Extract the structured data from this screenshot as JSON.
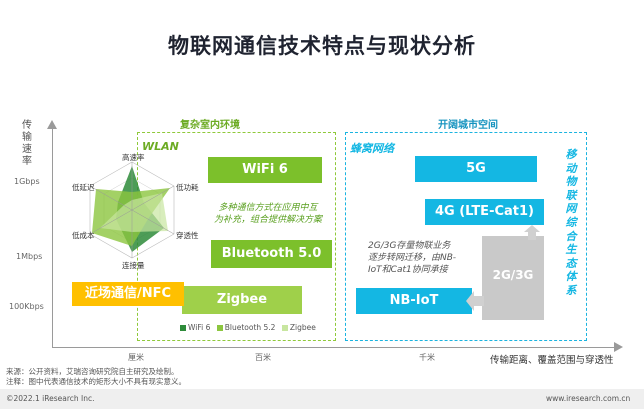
{
  "title": "物联网通信技术特点与现状分析",
  "axes": {
    "ylabel": "传输速率",
    "xlabel": "传输距离、覆盖范围与穿透性",
    "yticks": [
      "1Gbps",
      "1Mbps",
      "100Kbps"
    ],
    "xticks": [
      "厘米",
      "百米",
      "千米"
    ]
  },
  "sections": {
    "indoor_title": "复杂室内环境",
    "city_title": "开阔城市空间",
    "wlan_tag": "WLAN",
    "cellular_tag": "蜂窝网络"
  },
  "bars": {
    "wifi": "WiFi 6",
    "bluetooth": "Bluetooth 5.0",
    "zigbee": "Zigbee",
    "nfc": "近场通信/NFC",
    "g5": "5G",
    "lte": "4G (LTE-Cat1)",
    "g23": "2G/3G",
    "nbiot": "NB-IoT"
  },
  "notes": {
    "wlan_note_1": "多种通信方式在应用中互",
    "wlan_note_2": "为补充，组合提供解决方案",
    "cell_note_1": "2G/3G存量物联业务",
    "cell_note_2": "逐步转网迁移，由NB-",
    "cell_note_3": "IoT和Cat1协同承接"
  },
  "side_text": "移动物联网综合生态体系",
  "radar": {
    "axes": [
      "高速率",
      "低功耗",
      "穿透性",
      "连接量",
      "低成本",
      "低延迟"
    ],
    "legend": [
      "WiFi 6",
      "Bluetooth 5.2",
      "Zigbee"
    ],
    "colors": [
      "#2e8b3a",
      "#8cc63f",
      "#c8e6a0"
    ]
  },
  "footer": {
    "source": "来源：公开资料，艾瑞咨询研究院自主研究及绘制。",
    "note": "注释：图中代表通信技术的矩形大小不具有现实意义。",
    "copyright": "©2022.1 iResearch Inc.",
    "url": "www.iresearch.com.cn"
  }
}
